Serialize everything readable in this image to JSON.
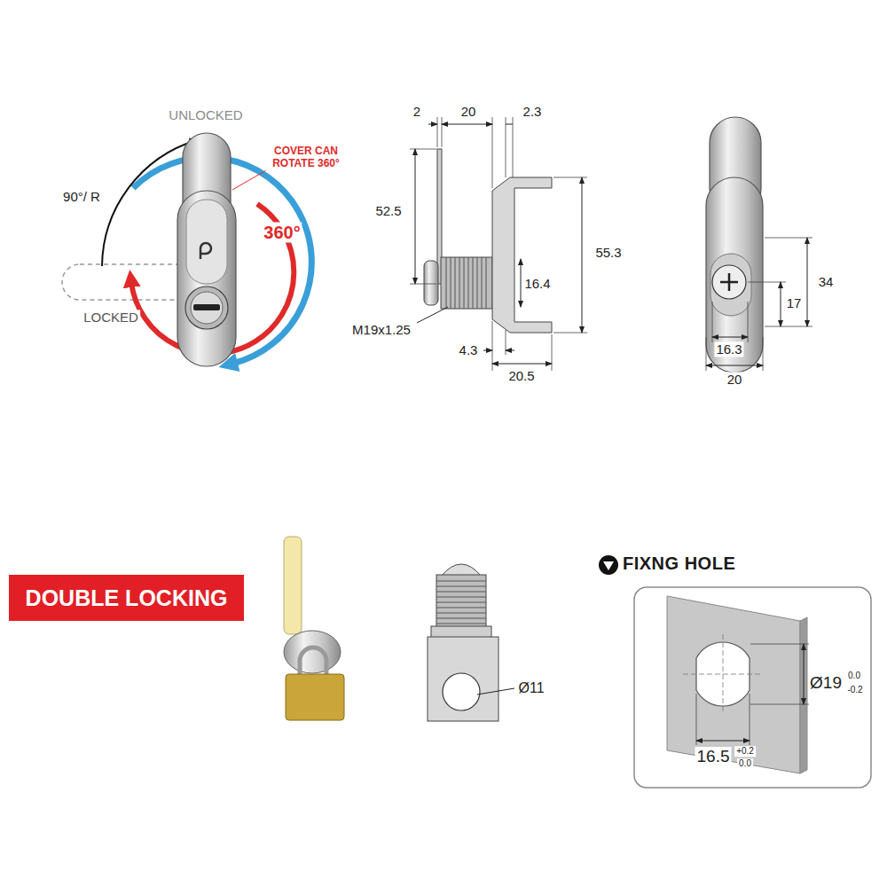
{
  "diagram": {
    "nodes": [
      {
        "text": [
          "DOUBLE LOCKING"
        ]
      },
      {
        "text": [
          "FIXNG HOLE"
        ]
      }
    ],
    "labels": [
      "UNLOCKED",
      "COVER CAN ROTATE 360°",
      "90°/ R",
      "360°",
      "LOCKED",
      "2",
      "20",
      "2.3",
      "52.5",
      "55.3",
      "16.4",
      "M19x1.25",
      "4.3",
      "20.5",
      "34",
      "17",
      "16.3",
      "20",
      "Ø11",
      "Ø19",
      "0.0",
      "-0.2",
      "16.5",
      "+0.2",
      "0.0"
    ]
  }
}
